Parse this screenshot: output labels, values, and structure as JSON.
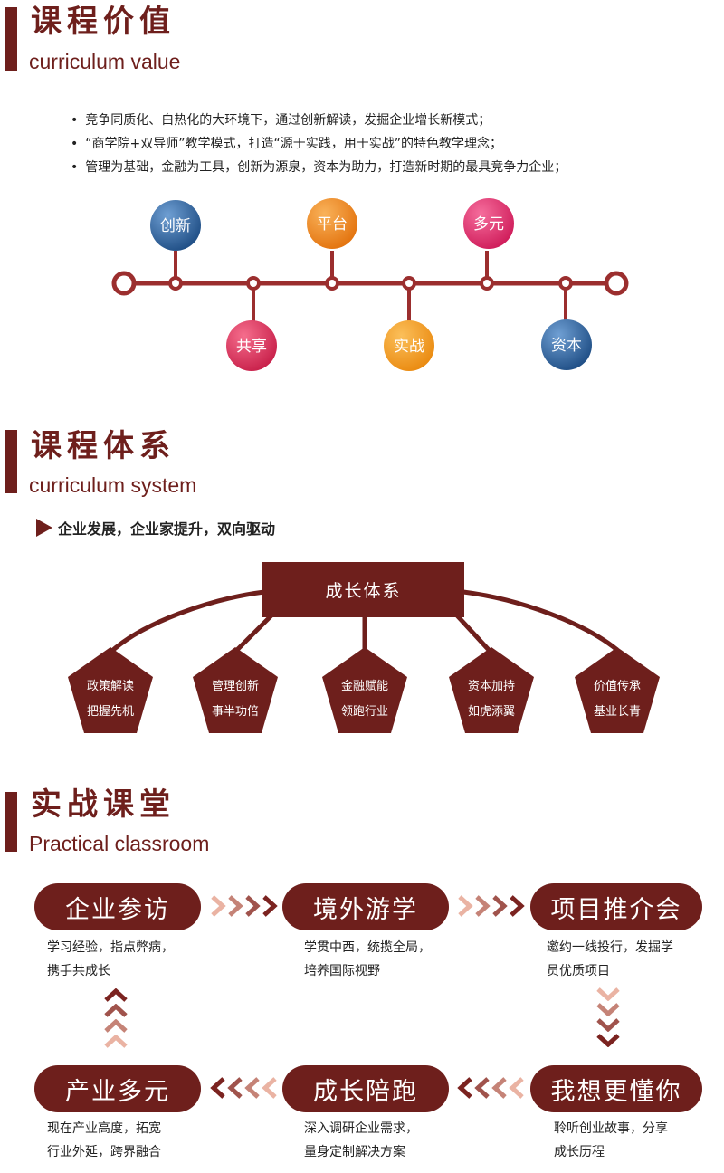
{
  "sections": {
    "value": {
      "title": "课程价值",
      "subtitle": "curriculum value"
    },
    "system": {
      "title": "课程体系",
      "subtitle": "curriculum system"
    },
    "practical": {
      "title": "实战课堂",
      "subtitle": "Practical classroom"
    }
  },
  "value_bullets": [
    "竞争同质化、白热化的大环境下，通过创新解读，发掘企业增长新模式；",
    "“商学院+双导师”教学模式，打造“源于实践，用于实战”的特色教学理念；",
    "管理为基础，金融为工具，创新为源泉，资本为助力，打造新时期的最具竞争力企业；"
  ],
  "timeline": {
    "nodes": [
      {
        "label": "创新",
        "position": "top",
        "color": "#2e5f96"
      },
      {
        "label": "共享",
        "position": "bottom",
        "color": "#d8325a"
      },
      {
        "label": "平台",
        "position": "top",
        "color": "#ef8a1e"
      },
      {
        "label": "实战",
        "position": "bottom",
        "color": "#f29a1a"
      },
      {
        "label": "多元",
        "position": "top",
        "color": "#e0306b"
      },
      {
        "label": "资本",
        "position": "bottom",
        "color": "#2e5f96"
      }
    ],
    "line_color": "#9b2e2e"
  },
  "system": {
    "tagline": "企业发展，企业家提升，双向驱动",
    "root": "成长体系",
    "children": [
      {
        "line1": "政策解读",
        "line2": "把握先机"
      },
      {
        "line1": "管理创新",
        "line2": "事半功倍"
      },
      {
        "line1": "金融赋能",
        "line2": "领跑行业"
      },
      {
        "line1": "资本加持",
        "line2": "如虎添翼"
      },
      {
        "line1": "价值传承",
        "line2": "基业长青"
      }
    ]
  },
  "practical": {
    "steps": [
      {
        "label": "企业参访",
        "desc": [
          "学习经验，指点弊病，",
          "携手共成长"
        ]
      },
      {
        "label": "境外游学",
        "desc": [
          "学贯中西，统揽全局，",
          "培养国际视野"
        ]
      },
      {
        "label": "项目推介会",
        "desc": [
          "邀约一线投行，发掘学",
          "员优质项目"
        ]
      },
      {
        "label": "我想更懂你",
        "desc": [
          "聆听创业故事，分享",
          "成长历程"
        ]
      },
      {
        "label": "成长陪跑",
        "desc": [
          "深入调研企业需求，",
          "量身定制解决方案"
        ]
      },
      {
        "label": "产业多元",
        "desc": [
          "现在产业高度，拓宽",
          "行业外延，跨界融合"
        ]
      }
    ]
  },
  "colors": {
    "brand": "#6e1f1c",
    "chevron_light": "#eab3a3",
    "chevron_dark": "#7b2320"
  }
}
